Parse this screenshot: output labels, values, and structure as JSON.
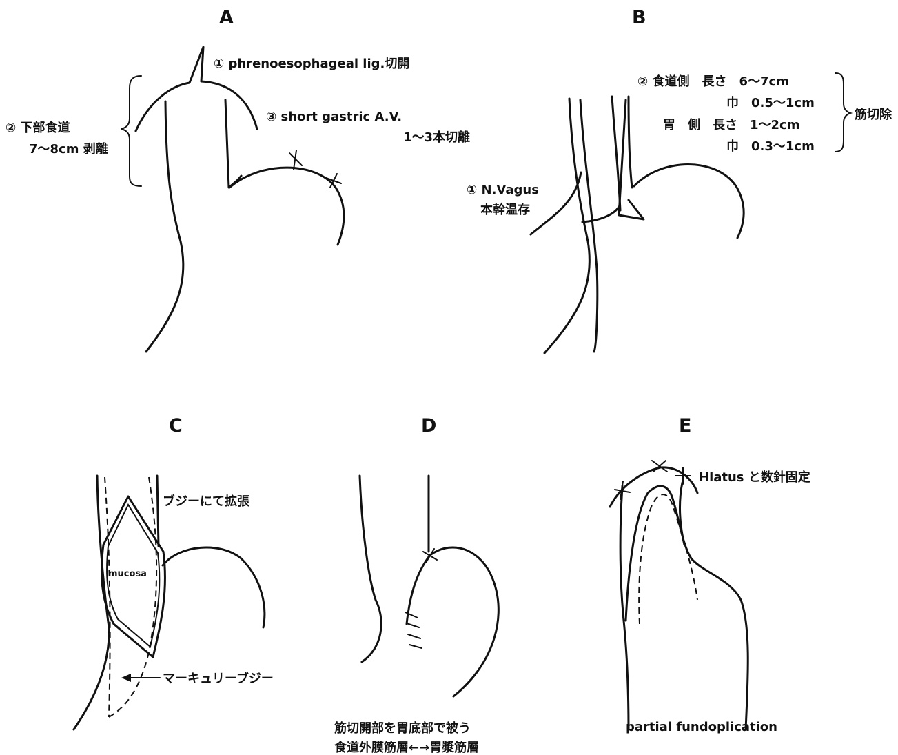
{
  "panels": {
    "a": {
      "letter": "A",
      "step1": "① phrenoesophageal lig.切開",
      "step2_line1": "② 下部食道",
      "step2_line2": "7～8cm 剥離",
      "step3_line1": "③ short gastric A.V.",
      "step3_line2": "1～3本切離"
    },
    "b": {
      "letter": "B",
      "vagus_line1": "① N.Vagus",
      "vagus_line2": "本幹温存",
      "row1": "② 食道側　長さ　6～7cm",
      "row2": "巾　0.5～1cm",
      "row3": "胃　側　長さ　1～2cm",
      "row4": "巾　0.3～1cm",
      "bracket_label": "筋切除"
    },
    "c": {
      "letter": "C",
      "bougie_dilation": "ブジーにて拡張",
      "mucosa": "mucosa",
      "mercury_bougie": "マーキュリーブジー"
    },
    "d": {
      "letter": "D",
      "caption_line1": "筋切開部を胃底部で被う",
      "caption_line2": "食道外膜筋層←→胃漿筋層"
    },
    "e": {
      "letter": "E",
      "hiatus": "Hiatus と数針固定",
      "caption": "partial fundoplication"
    }
  }
}
